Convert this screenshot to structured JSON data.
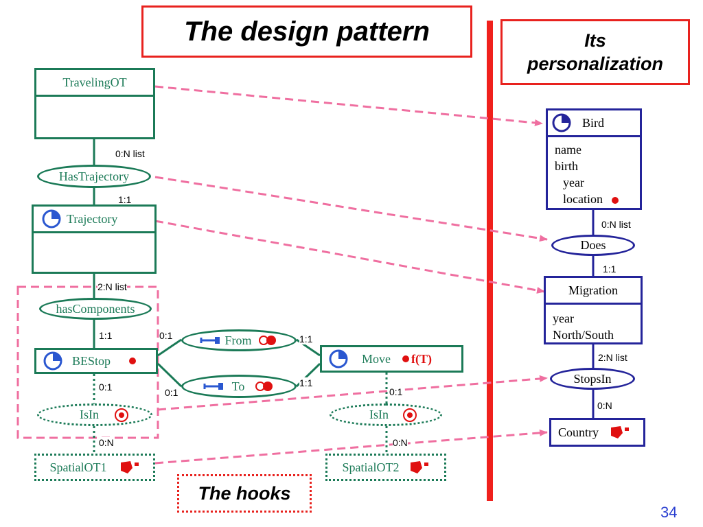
{
  "titles": {
    "design_pattern": "The design pattern",
    "personalization_line1": "Its",
    "personalization_line2": "personalization",
    "hooks": "The hooks"
  },
  "left": {
    "traveling_ot": "TravelingOT",
    "has_trajectory": "HasTrajectory",
    "trajectory": "Trajectory",
    "has_components": "hasComponents",
    "bestop": "BEStop",
    "is_in_1": "IsIn",
    "spatial_ot1": "SpatialOT1",
    "from": "From",
    "to": "To",
    "move": "Move",
    "move_function": "f(T)",
    "is_in_2": "IsIn",
    "spatial_ot2": "SpatialOT2"
  },
  "left_cardinalities": {
    "traveling_has_trajectory": "0:N list",
    "trajectory_has_trajectory": "1:1",
    "trajectory_has_components": "2:N list",
    "bestop_has_components": "1:1",
    "bestop_from": "0:1",
    "move_from": "1:1",
    "bestop_to": "0:1",
    "move_to": "1:1",
    "bestop_is_in": "0:1",
    "spatial1_is_in": "0:N",
    "move_is_in": "0:1",
    "spatial2_is_in": "0:N"
  },
  "right": {
    "bird": "Bird",
    "bird_attributes": [
      "name",
      "birth",
      "year",
      "location"
    ],
    "does": "Does",
    "migration": "Migration",
    "migration_attributes": [
      "year",
      "North/South"
    ],
    "stops_in": "StopsIn",
    "country": "Country"
  },
  "right_cardinalities": {
    "bird_does": "0:N list",
    "migration_does": "1:1",
    "migration_stops_in": "2:N list",
    "country_stops_in": "0:N"
  },
  "page_number": "34",
  "colors": {
    "title_border": "#e8221e",
    "generic_green": "#1b7a57",
    "specific_blue": "#24249a",
    "mapping_pink": "#ef6fa0",
    "separator_red": "#f0201c",
    "page_number_blue": "#2a3fd0"
  }
}
